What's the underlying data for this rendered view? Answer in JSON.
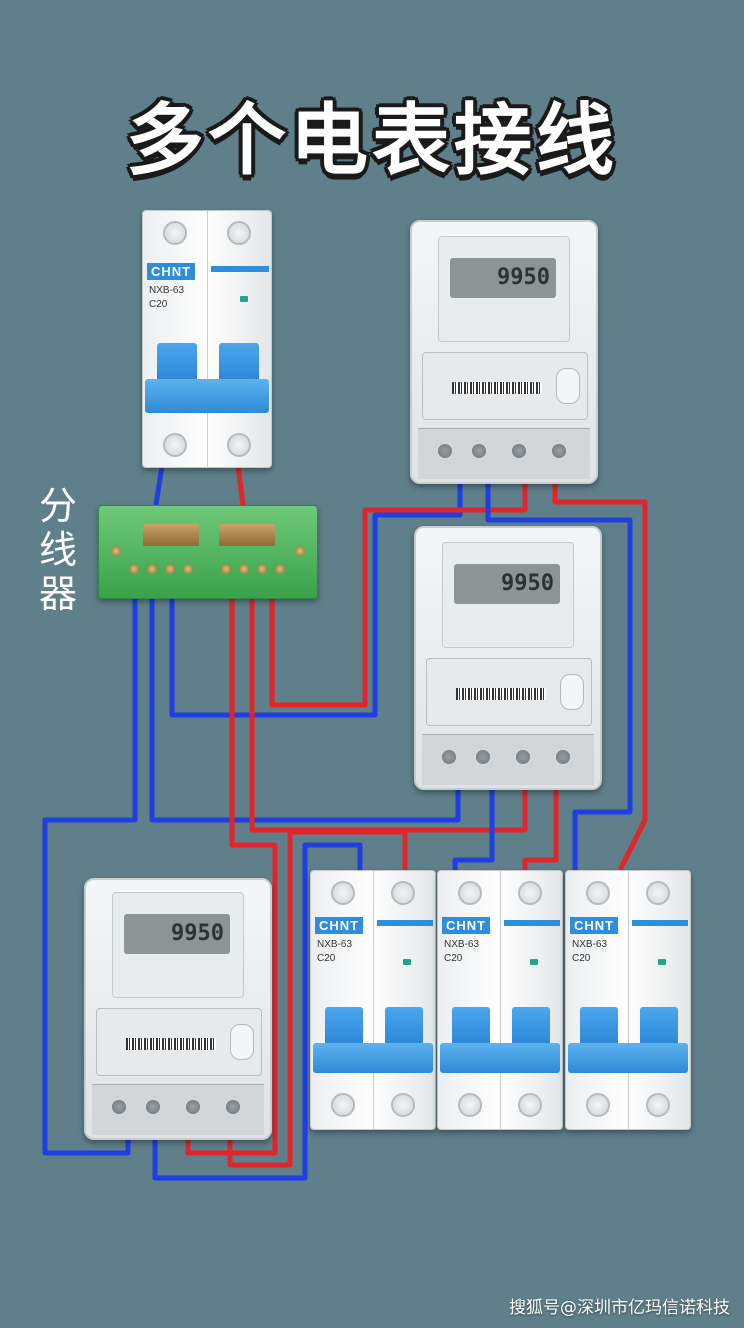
{
  "title": "多个电表接线",
  "splitter_label": [
    "分",
    "线",
    "器"
  ],
  "watermark": "搜狐号@深圳市亿玛信诺科技",
  "meter_reading": "9950",
  "breaker_brand": "CHNT",
  "breaker_model": "NXB-63",
  "breaker_rating": "C20",
  "wire_colors": {
    "neutral": "#1f3fe0",
    "live": "#e0262a"
  },
  "components": {
    "breakers": 4,
    "meters": 3,
    "splitter": 1
  }
}
